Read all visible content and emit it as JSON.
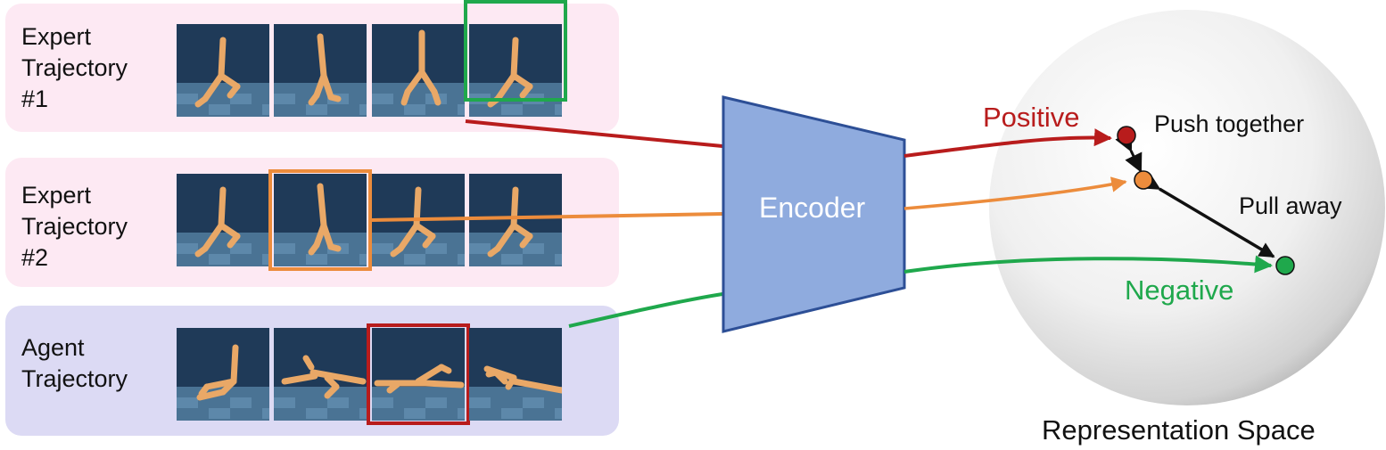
{
  "rows": [
    {
      "label_lines": [
        "Expert",
        "Trajectory",
        "#1"
      ],
      "poses": [
        "stride",
        "stand",
        "split",
        "stride"
      ],
      "highlight": 2,
      "highlight_color": "#b81c1c"
    },
    {
      "label_lines": [
        "Expert",
        "Trajectory",
        "#2"
      ],
      "poses": [
        "stride",
        "stand",
        "stride",
        "stride"
      ],
      "highlight": 1,
      "highlight_color": "#ec8c3c"
    },
    {
      "label_lines": [
        "Agent",
        "Trajectory"
      ],
      "poses": [
        "kneel",
        "fallen",
        "flat",
        "sprawl"
      ],
      "highlight": 3,
      "highlight_color": "#1fa84c"
    }
  ],
  "encoder": {
    "label": "Encoder",
    "fill": "#8fabde",
    "stroke": "#2d4f96"
  },
  "representation_space": {
    "title": "Representation Space",
    "positive": {
      "label": "Positive",
      "color": "#b81c1c"
    },
    "anchor": {
      "color": "#ec8c3c"
    },
    "negative": {
      "label": "Negative",
      "color": "#1fa84c"
    },
    "push_label": "Push together",
    "pull_label": "Pull away"
  }
}
